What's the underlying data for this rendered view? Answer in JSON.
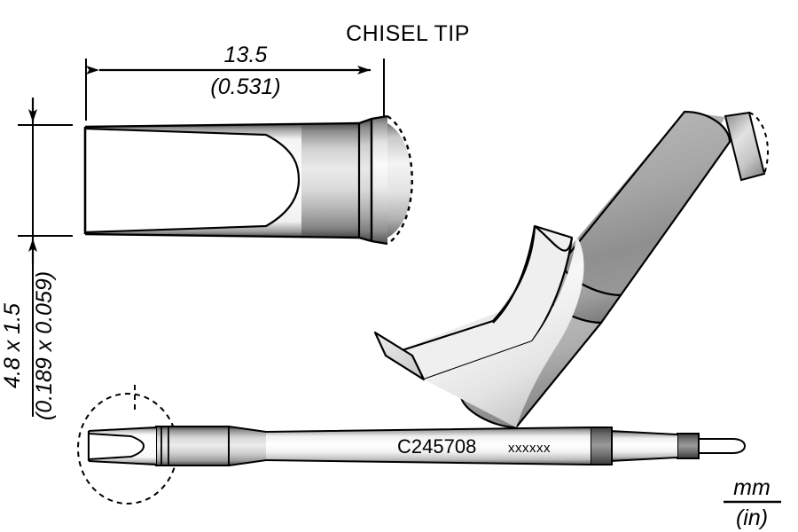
{
  "drawing": {
    "title": "CHISEL TIP",
    "part_number": "C245708",
    "marking_placeholder": "xxxxxx",
    "units_numerator": "mm",
    "units_denominator": "(in)"
  },
  "dimensions": {
    "length": {
      "mm": "13.5",
      "inch": "(0.531)"
    },
    "tip_face": {
      "mm": "4.8 x 1.5",
      "inch": "(0.189 x 0.059)"
    }
  },
  "colors": {
    "line": "#000000",
    "background": "#ffffff",
    "metal_light": "#f2f2f2",
    "metal_mid": "#b9b9b9",
    "metal_dark": "#6e6e6e",
    "face_white": "#ffffff",
    "band_dark": "#7d7d7d"
  },
  "views": {
    "detail_view_label": "detail-side-view",
    "iso_view_label": "isometric-view",
    "full_view_label": "full-length-view"
  }
}
